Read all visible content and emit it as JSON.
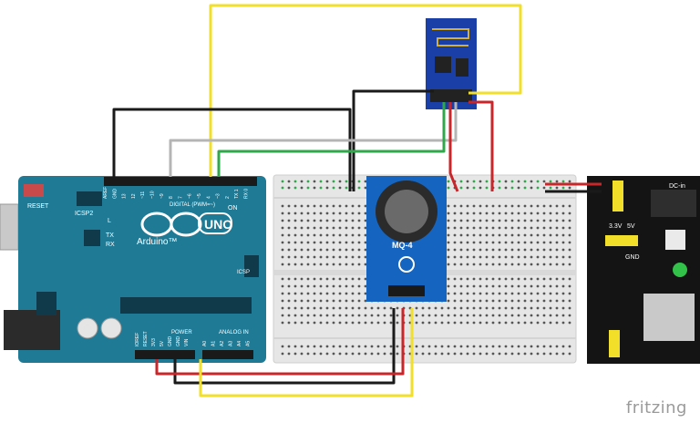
{
  "watermark": "fritzing",
  "arduino": {
    "reset_label": "RESET",
    "icsp2_label": "ICSP2",
    "l_label": "L",
    "tx_label": "TX",
    "rx_label": "RX",
    "on_label": "ON",
    "icsp_label": "ICSP",
    "logo_text": "UNO",
    "brand": "Arduino™",
    "digital_label": "DIGITAL (PWM=~)",
    "power_label": "POWER",
    "analog_label": "ANALOG IN",
    "digital_pins": [
      "AREF",
      "GND",
      "13",
      "12",
      "~11",
      "~10",
      "~9",
      "8",
      "7",
      "~6",
      "~5",
      "4",
      "~3",
      "2",
      "TX 1",
      "RX 0"
    ],
    "power_pins": [
      "IOREF",
      "RESET",
      "3V3",
      "5V",
      "GND",
      "GND",
      "VIN"
    ],
    "analog_pins": [
      "A0",
      "A1",
      "A2",
      "A3",
      "A4",
      "A5"
    ]
  },
  "sensor": {
    "label": "MQ-4"
  },
  "power_module": {
    "dc_label": "DC-in",
    "gnd_label": "GND",
    "v33_label": "3.3V",
    "v5_label": "5V"
  },
  "colors": {
    "arduino": "#1f7a95",
    "sensor": "#1565c0",
    "esp": "#1a3fa6",
    "wire_black": "#1a1a1a",
    "wire_gray": "#b5b5b5",
    "wire_green": "#2ea84a",
    "wire_yellow": "#f2df2a",
    "wire_red": "#c8262a"
  }
}
